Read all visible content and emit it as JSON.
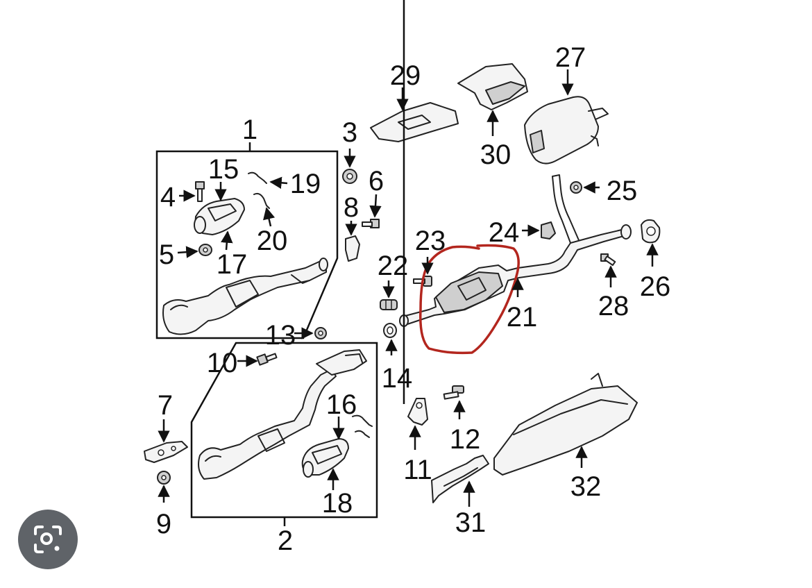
{
  "labels": {
    "l1": "1",
    "l2": "2",
    "l3": "3",
    "l4": "4",
    "l5": "5",
    "l6": "6",
    "l7": "7",
    "l8": "8",
    "l9": "9",
    "l10": "10",
    "l11": "11",
    "l12": "12",
    "l13": "13",
    "l14": "14",
    "l15": "15",
    "l16": "16",
    "l17": "17",
    "l18": "18",
    "l19": "19",
    "l20": "20",
    "l21": "21",
    "l22": "22",
    "l23": "23",
    "l24": "24",
    "l25": "25",
    "l26": "26",
    "l27": "27",
    "l28": "28",
    "l29": "29",
    "l30": "30",
    "l31": "31",
    "l32": "32"
  },
  "colors": {
    "highlight": "#b3261e",
    "lens_button": "#5f6368"
  },
  "icons": {
    "lens_button": "image-search-icon"
  }
}
